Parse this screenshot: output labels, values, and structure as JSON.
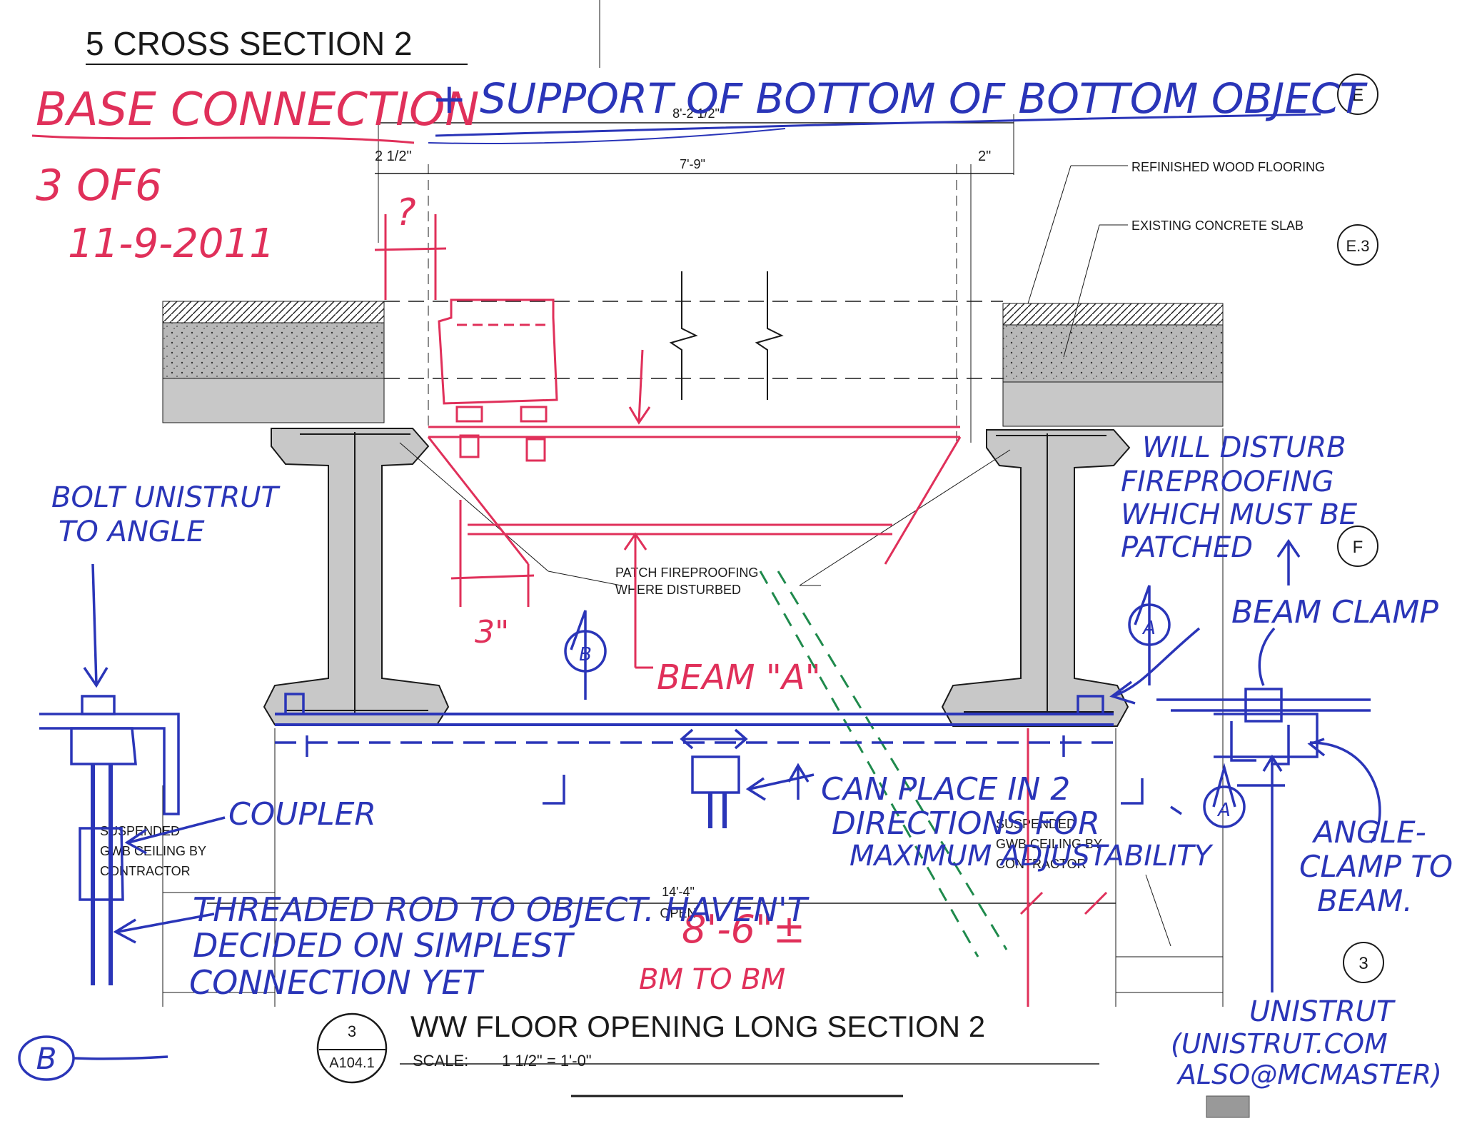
{
  "drawing": {
    "top_title": "5 CROSS SECTION 2",
    "main_title": "WW FLOOR OPENING LONG SECTION 2",
    "scale_label": "SCALE:",
    "scale_value": "1 1/2\" = 1'-0\"",
    "detail_number": "3",
    "detail_sheet": "A104.1",
    "gridlines": [
      "E",
      "E.3",
      "F",
      "3"
    ],
    "dimensions": {
      "overall": "8'-2 1/2\"",
      "left": "2 1/2\"",
      "middle": "7'-9\"",
      "right": "2\"",
      "open_span": "14'-4\"",
      "open_label": "OPEN"
    },
    "notes": {
      "flooring": "REFINISHED WOOD FLOORING",
      "slab": "EXISTING CONCRETE SLAB",
      "fireproofing_1": "PATCH FIREPROOFING",
      "fireproofing_2": "WHERE DISTURBED",
      "ceiling_left_1": "SUSPENDED",
      "ceiling_left_2": "GWB CEILING BY",
      "ceiling_left_3": "CONTRACTOR",
      "ceiling_right_1": "SUSPENDED",
      "ceiling_right_2": "GWB CEILING BY",
      "ceiling_right_3": "CONTRACTOR"
    },
    "section_markers": [
      "B",
      "A",
      "A"
    ]
  },
  "annotations": {
    "red": {
      "title": "BASE CONNECTION",
      "page": "3 OF6",
      "date": "11-9-2011",
      "question": "?",
      "three_inch": "3\"",
      "beam": "BEAM \"A\"",
      "span": "8'-6\"±",
      "span_note": "BM TO BM"
    },
    "blue": {
      "title": "+ SUPPORT OF BOTTOM OF BOTTOM OBJECT",
      "bolt_1": "BOLT UNISTRUT",
      "bolt_2": "TO ANGLE",
      "disturb_1": "WILL DISTURB",
      "disturb_2": "FIREPROOFING",
      "disturb_3": "WHICH MUST BE",
      "disturb_4": "PATCHED",
      "beam_clamp": "BEAM CLAMP",
      "coupler": "COUPLER",
      "place_1": "CAN PLACE IN 2",
      "place_2": "DIRECTIONS FOR",
      "place_3": "MAXIMUM ADJUSTABILITY",
      "rod_1": "THREADED ROD TO OBJECT. HAVEN'T",
      "rod_2": "DECIDED ON SIMPLEST",
      "rod_3": "CONNECTION YET",
      "angle_1": "ANGLE-",
      "angle_2": "CLAMP TO",
      "angle_3": "BEAM.",
      "unistrut_1": "UNISTRUT",
      "unistrut_2": "(UNISTRUT.COM",
      "unistrut_3": "ALSO@MCMASTER)",
      "marker_b": "B"
    }
  },
  "colors": {
    "red_ink": "#e0305a",
    "blue_ink": "#2a35b8",
    "green_ink": "#1f8a4c",
    "pencil": "#1a1a1a",
    "concrete": "#c8c8c8"
  }
}
